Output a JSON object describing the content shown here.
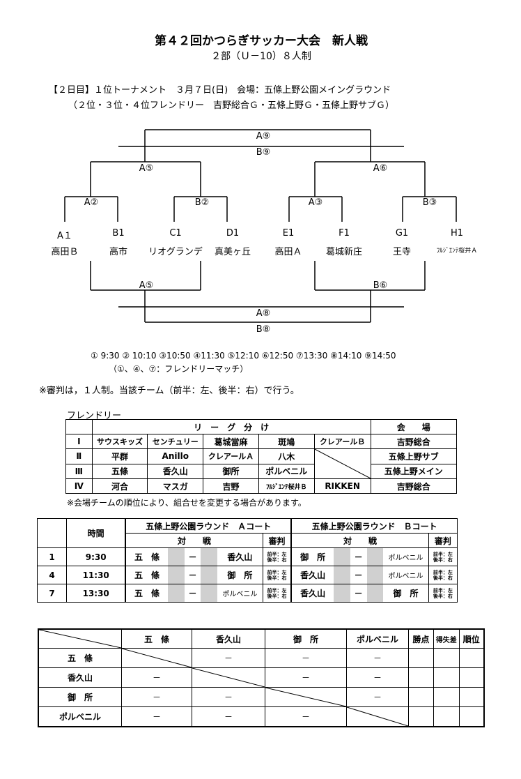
{
  "title": "第４２回かつらぎサッカー大会　新人戦",
  "subtitle": "２部（Ｕ－10）８人制",
  "info_line1": "【２日目】１位トーナメント　３月７日(日)　会場：五條上野公園メイングラウンド",
  "info_line2": "（２位・３位・４位フレンドリー　吉野総合Ｇ・五條上野Ｇ・五條上野サブＧ）",
  "bracket": {
    "a9": "A⑨",
    "b9": "B⑨",
    "a5_top": "A⑤",
    "a6_top": "A⑥",
    "a2": "A②",
    "b2": "B②",
    "a3": "A③",
    "b3": "B③",
    "seeds": [
      "A１",
      "B1",
      "C1",
      "D1",
      "E1",
      "F1",
      "G1",
      "H1"
    ],
    "teams": [
      "高田Ｂ",
      "高市",
      "リオグランデ",
      "真美ヶ丘",
      "高田Ａ",
      "葛城新庄",
      "王寺",
      "ﾌﾙｼﾞｴﾝﾃ桜井Ａ"
    ],
    "a5_bottom": "A⑤",
    "b6_bottom": "B⑥",
    "a8": "A⑧",
    "b8": "B⑧"
  },
  "schedule_line1": "①  9:30  ②  10:10  ③10:50  ④11:30  ⑤12:10  ⑥12:50  ⑦13:30  ⑧14:10  ⑨14:50",
  "schedule_line2": "（①、④、⑦：フレンドリーマッチ）",
  "referee_note": "※審判は，１人制。当該チーム（前半：左、後半：右）で行う。",
  "friendly": {
    "label": "フレンドリー",
    "header_league": "リ　ー　グ　分　け",
    "header_venue": "会　　場",
    "rows": [
      {
        "no": "Ⅰ",
        "teams": [
          "サウスキッズ",
          "センチュリー",
          "葛城當麻",
          "斑鳩",
          "クレアールＢ"
        ],
        "venue": "吉野総合"
      },
      {
        "no": "Ⅱ",
        "teams": [
          "平群",
          "Anillo",
          "クレアールＡ",
          "八木",
          ""
        ],
        "venue": "五條上野サブ"
      },
      {
        "no": "Ⅲ",
        "teams": [
          "五條",
          "香久山",
          "御所",
          "ポルベニル",
          ""
        ],
        "venue": "五條上野メイン"
      },
      {
        "no": "Ⅳ",
        "teams": [
          "河合",
          "マスガ",
          "吉野",
          "ﾌﾙｼﾞｴﾝﾃ桜井Ｂ",
          "RIKKEN"
        ],
        "venue": "吉野総合"
      }
    ],
    "note": "※会場チームの順位により、組合せを変更する場合があります。"
  },
  "match_table": {
    "time_header": "時間",
    "court_a": "五條上野公園ラウンド　Ａコート",
    "court_b": "五條上野公園ラウンド　Ｂコート",
    "taisen": "対　　戦",
    "shinpan": "審判",
    "ref_note1": "前半：左",
    "ref_note2": "後半：右",
    "dash": "－",
    "rows": [
      {
        "no": "1",
        "time": "9:30",
        "a_home": "五　條",
        "a_away": "香久山",
        "b_home": "御　所",
        "b_away": "ポルベニル"
      },
      {
        "no": "4",
        "time": "11:30",
        "a_home": "五　條",
        "a_away": "御　所",
        "b_home": "香久山",
        "b_away": "ポルベニル"
      },
      {
        "no": "7",
        "time": "13:30",
        "a_home": "五　條",
        "a_away": "ポルベニル",
        "b_home": "香久山",
        "b_away": "御　所"
      }
    ]
  },
  "league_table": {
    "teams": [
      "五　條",
      "香久山",
      "御　所",
      "ポルベニル"
    ],
    "header_teams": [
      "五　條",
      "香久山",
      "御　所",
      "ポルベニル"
    ],
    "wins": "勝点",
    "diff": "得失差",
    "rank": "順位",
    "dash": "－"
  }
}
